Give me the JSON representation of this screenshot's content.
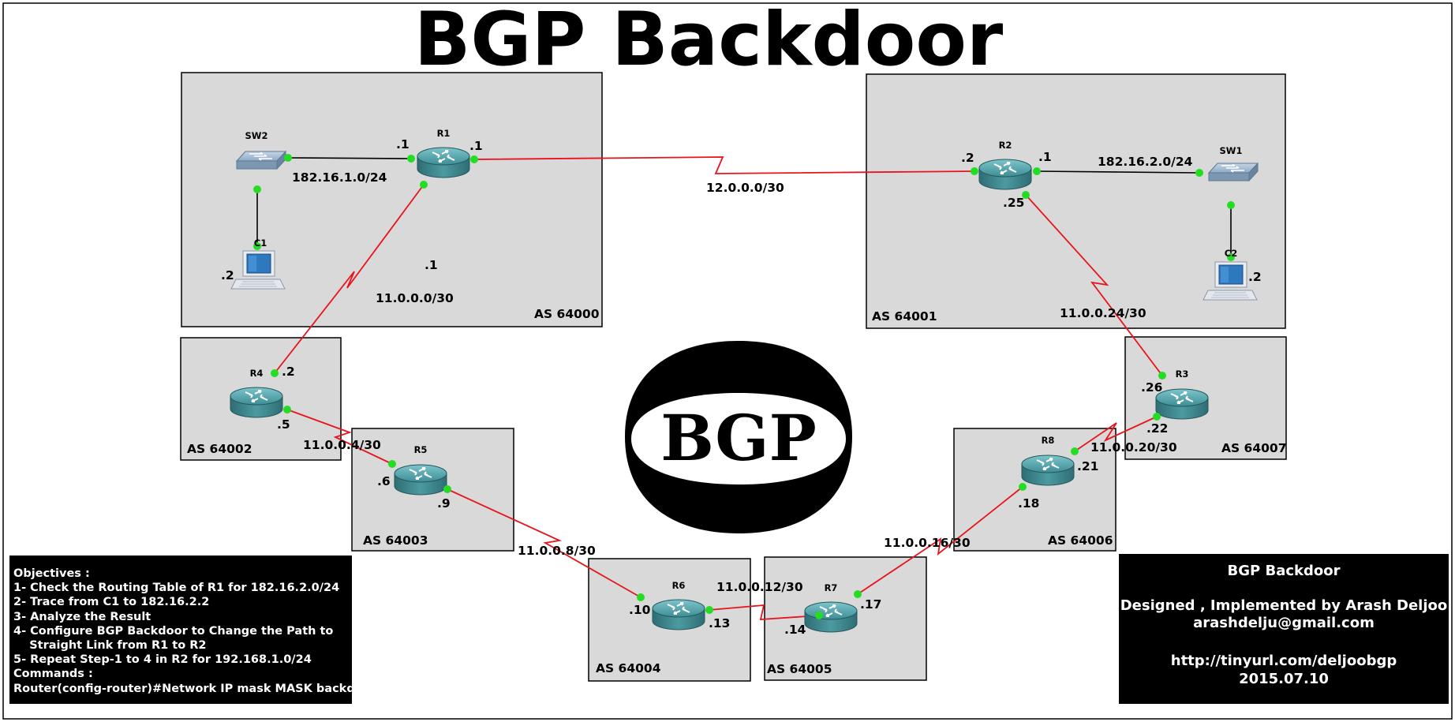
{
  "title": "BGP Backdoor",
  "logo_text": "BGP",
  "areas": [
    {
      "id": "as64000",
      "label": "AS 64000"
    },
    {
      "id": "as64001",
      "label": "AS 64001"
    },
    {
      "id": "as64002",
      "label": "AS 64002"
    },
    {
      "id": "as64003",
      "label": "AS 64003"
    },
    {
      "id": "as64004",
      "label": "AS 64004"
    },
    {
      "id": "as64005",
      "label": "AS 64005"
    },
    {
      "id": "as64006",
      "label": "AS 64006"
    },
    {
      "id": "as64007",
      "label": "AS 64007"
    }
  ],
  "devices": {
    "routers": [
      "R1",
      "R2",
      "R3",
      "R4",
      "R5",
      "R6",
      "R7",
      "R8"
    ],
    "switches": [
      "SW1",
      "SW2"
    ],
    "computers": [
      "C1",
      "C2"
    ]
  },
  "networks": [
    "182.16.1.0/24",
    "182.16.2.0/24",
    "12.0.0.0/30",
    "11.0.0.0/30",
    "11.0.0.24/30",
    "11.0.0.4/30",
    "11.0.0.8/30",
    "11.0.0.12/30",
    "11.0.0.16/30",
    "11.0.0.20/30"
  ],
  "interfaces": [
    ".1",
    ".1",
    ".1",
    ".2",
    ".1",
    ".25",
    ".2",
    ".2",
    ".5",
    ".6",
    ".9",
    ".10",
    ".13",
    ".14",
    ".17",
    ".18",
    ".21",
    ".22",
    ".26",
    ".2"
  ],
  "objectives": {
    "heading": "Objectives :",
    "items": [
      "1- Check the Routing Table of R1 for 182.16.2.0/24",
      "2- Trace from C1 to 182.16.2.2",
      "3- Analyze the Result",
      "4- Configure BGP Backdoor to Change the Path to",
      "    Straight Link from R1 to R2",
      "5- Repeat Step-1 to 4 in R2 for 192.168.1.0/24"
    ],
    "commands_heading": "Commands :",
    "command": "Router(config-router)#Network IP mask MASK backdoor"
  },
  "info": {
    "title": "BGP Backdoor",
    "designer": "Designed , Implemented by Arash Deljoo",
    "email": "arashdelju@gmail.com",
    "url": "http://tinyurl.com/deljoobgp",
    "date": "2015.07.10"
  },
  "colors": {
    "link_wan": "#e8141c",
    "link_lan": "#000000",
    "port": "#22dd22",
    "area_fill": "#d9d9d9",
    "router": "#3e8d94"
  }
}
